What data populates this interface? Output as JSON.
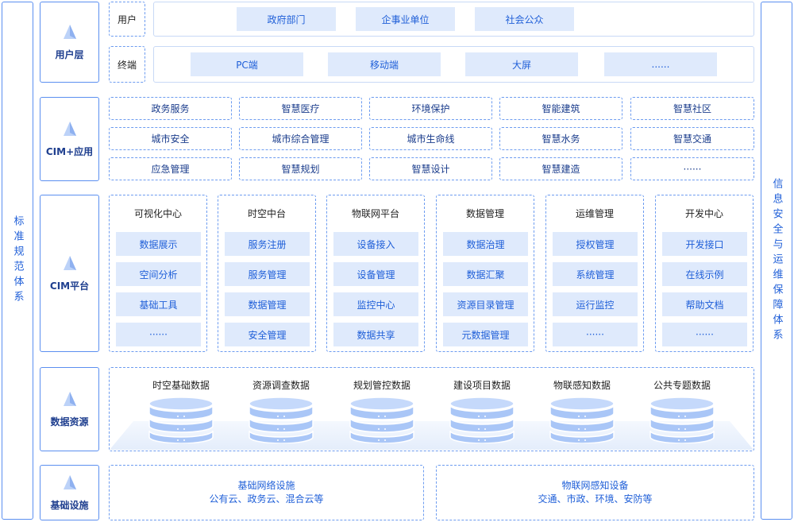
{
  "left_bar": {
    "label": "标准规范体系"
  },
  "right_bar": {
    "label": "信息安全与运维保障体系"
  },
  "layers": {
    "user_layer": "用户层",
    "cim_app": "CIM+应用",
    "cim_platform": "CIM平台",
    "data_resources": "数据资源",
    "infrastructure": "基础设施"
  },
  "user_layer": {
    "users_label": "用户",
    "users": [
      "政府部门",
      "企事业单位",
      "社会公众"
    ],
    "terminals_label": "终端",
    "terminals": [
      "PC端",
      "移动端",
      "大屏",
      "......"
    ]
  },
  "cim_apps": [
    [
      "政务服务",
      "智慧医疗",
      "环境保护",
      "智能建筑",
      "智慧社区"
    ],
    [
      "城市安全",
      "城市综合管理",
      "城市生命线",
      "智慧水务",
      "智慧交通"
    ],
    [
      "应急管理",
      "智慧规划",
      "智慧设计",
      "智慧建造",
      "······"
    ]
  ],
  "platform_panels": [
    {
      "title": "可视化中心",
      "items": [
        "数据展示",
        "空间分析",
        "基础工具",
        "······"
      ]
    },
    {
      "title": "时空中台",
      "items": [
        "服务注册",
        "服务管理",
        "数据管理",
        "安全管理"
      ]
    },
    {
      "title": "物联网平台",
      "items": [
        "设备接入",
        "设备管理",
        "监控中心",
        "数据共享"
      ]
    },
    {
      "title": "数据管理",
      "items": [
        "数据治理",
        "数据汇聚",
        "资源目录管理",
        "元数据管理"
      ]
    },
    {
      "title": "运维管理",
      "items": [
        "授权管理",
        "系统管理",
        "运行监控",
        "······"
      ]
    },
    {
      "title": "开发中心",
      "items": [
        "开发接口",
        "在线示例",
        "帮助文档",
        "······"
      ]
    }
  ],
  "data_resources": [
    "时空基础数据",
    "资源调查数据",
    "规划管控数据",
    "建设项目数据",
    "物联感知数据",
    "公共专题数据"
  ],
  "infrastructure": [
    {
      "line1": "基础网络设施",
      "line2": "公有云、政务云、混合云等"
    },
    {
      "line1": "物联网感知设备",
      "line2": "交通、市政、环境、安防等"
    }
  ],
  "colors": {
    "accent": "#1f5fd8",
    "tile_fill": "#dfeafc",
    "border": "#5b8ff0"
  }
}
